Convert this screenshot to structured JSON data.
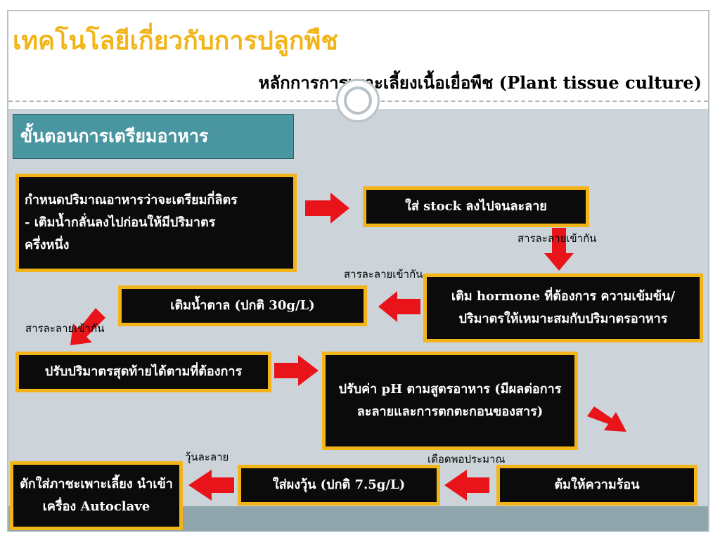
{
  "header": {
    "title": "เทคโนโลยีเกี่ยวกับการปลูกพืช",
    "subtitle": "หลักการการเพาะเลี้ยงเนื้อเยื่อพืช (Plant tissue culture)"
  },
  "section": {
    "title": "ขั้นตอนการเตรียมอาหาร"
  },
  "steps": {
    "determine_volume": "กำหนดปริมาณอาหารว่าจะเตรียมกี่ลิตร\n- เติมน้ำกลั่นลงไปก่อนให้มีปริมาตร\nครึ่งหนึ่ง",
    "add_stock": "ใส่ stock ลงไปจนละลาย",
    "add_hormone": "เติม hormone ที่ต้องการ ความเข้มข้น/ปริมาตรให้เหมาะสมกับปริมาตรอาหาร",
    "add_sugar": "เติมน้ำตาล (ปกติ 30g/L)",
    "adjust_volume": "ปรับปริมาตรสุดท้ายได้ตามที่ต้องการ",
    "adjust_ph": "ปรับค่า pH ตามสูตรอาหาร (มีผลต่อการละลายและการตกตะกอนของสาร)",
    "heat": "ต้มให้ความร้อน",
    "add_agar": "ใส่ผงวุ้น (ปกติ 7.5g/L)",
    "dispense_autoclave": "ตักใส่ภาชะเพาะเลี้ยง นำเข้าเครื่อง Autoclave"
  },
  "notes": {
    "dissolved_1": "สารละลายเข้ากัน",
    "dissolved_2": "สารละลายเข้ากัน",
    "dissolved_3": "สารละลายเข้ากัน",
    "boil_approx": "เดือดพอประมาณ",
    "agar_dissolved": "วุ้นละลาย"
  },
  "colors": {
    "title": "#f2b418",
    "box_fill": "#0b0b0b",
    "box_border": "#f2b418",
    "arrow": "#e8141a",
    "section_tab": "#4a96a0",
    "content_background": "#ccd4d9"
  }
}
